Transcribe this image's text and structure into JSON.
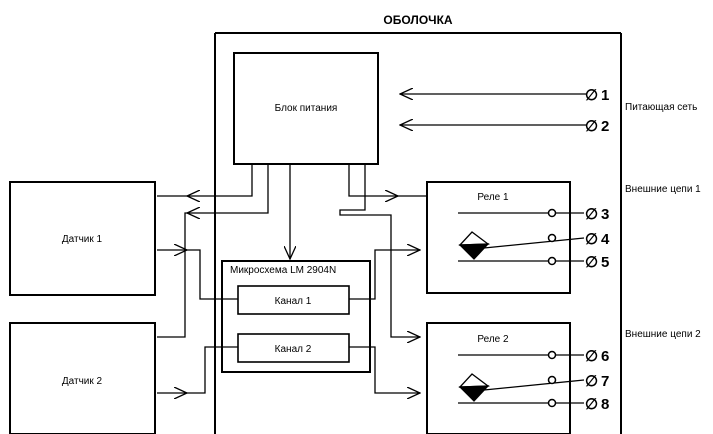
{
  "title": "ОБОЛОЧКА",
  "power_unit": "Блок питания",
  "chip": "Микросхема LM  2904N",
  "channels": [
    "Канал 1",
    "Канал 2"
  ],
  "sensors": [
    "Датчик 1",
    "Датчик 2"
  ],
  "relays": [
    "Реле 1",
    "Реле 2"
  ],
  "side_labels": {
    "supply": "Питающая сеть",
    "external_1": "Внешние цепи 1",
    "external_2": "Внешние цепи 2"
  },
  "terminals": [
    "1",
    "2",
    "3",
    "4",
    "5",
    "6",
    "7",
    "8"
  ],
  "terminal_symbol": "∅"
}
